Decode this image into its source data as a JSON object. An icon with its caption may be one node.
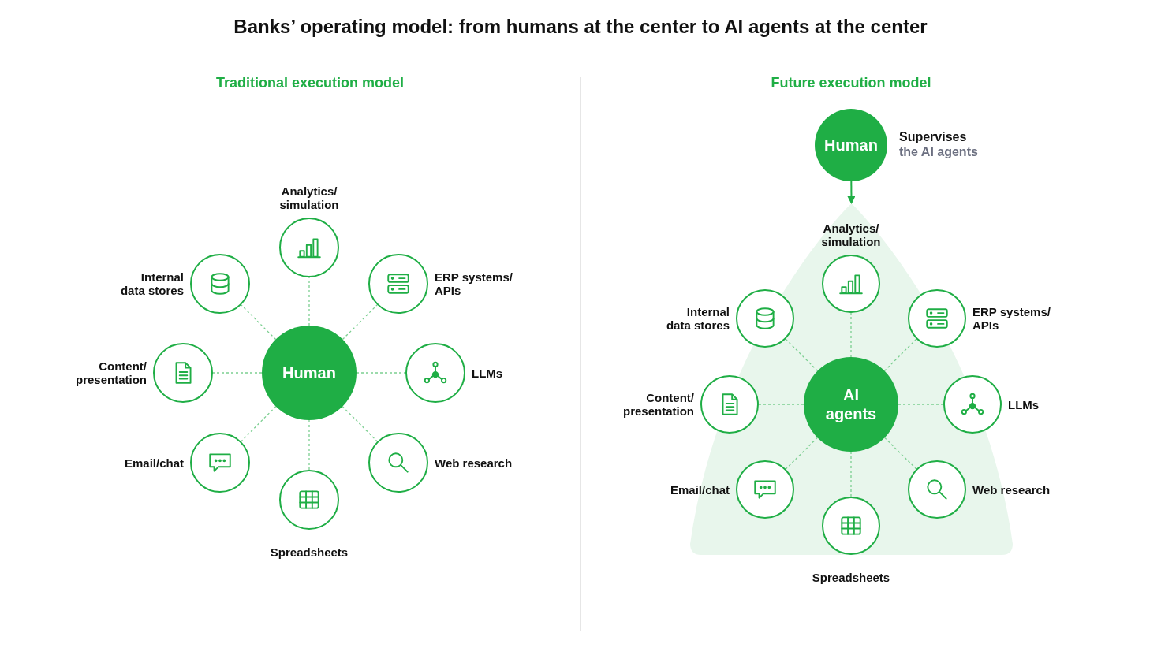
{
  "diagram": {
    "title": "Banks’ operating model: from humans at the center to AI agents at the center",
    "nodes": [
      {
        "text": [
          "Human"
        ]
      },
      {
        "text": [
          "Analytics/ simulation"
        ]
      },
      {
        "text": [
          "ERP systems/ APIs"
        ]
      },
      {
        "text": [
          "LLMs"
        ]
      },
      {
        "text": [
          "Web research"
        ]
      },
      {
        "text": [
          "Spreadsheets"
        ]
      },
      {
        "text": [
          "Email/chat"
        ]
      },
      {
        "text": [
          "Content/ presentation"
        ]
      },
      {
        "text": [
          "Internal data stores"
        ]
      },
      {
        "text": [
          "Human"
        ],
        "beside": [
          "Supervises",
          "the AI agents"
        ]
      },
      {
        "text": [],
        "shape": "triangle"
      },
      {
        "text": [
          "AI agents"
        ],
        "in": 10
      },
      {
        "text": [
          "Analytics/ simulation"
        ],
        "in": 10
      },
      {
        "text": [
          "ERP systems/ APIs"
        ],
        "in": 10
      },
      {
        "text": [
          "LLMs"
        ],
        "in": 10
      },
      {
        "text": [
          "Web research"
        ],
        "in": 10
      },
      {
        "text": [
          "Spreadsheets"
        ],
        "in": 10
      },
      {
        "text": [
          "Email/chat"
        ],
        "in": 10
      },
      {
        "text": [
          "Content/ presentation"
        ],
        "in": 10
      },
      {
        "text": [
          "Internal data stores"
        ],
        "in": 10
      }
    ],
    "edges": [
      {
        "from": 0,
        "to": 1,
        "arrow": "none",
        "style": "dashed"
      },
      {
        "from": 0,
        "to": 2,
        "arrow": "none",
        "style": "dashed"
      },
      {
        "from": 0,
        "to": 3,
        "arrow": "none",
        "style": "dashed"
      },
      {
        "from": 0,
        "to": 4,
        "arrow": "none",
        "style": "dashed"
      },
      {
        "from": 0,
        "to": 5,
        "arrow": "none",
        "style": "dashed"
      },
      {
        "from": 0,
        "to": 6,
        "arrow": "none",
        "style": "dashed"
      },
      {
        "from": 0,
        "to": 7,
        "arrow": "none",
        "style": "dashed"
      },
      {
        "from": 0,
        "to": 8,
        "arrow": "none",
        "style": "dashed"
      },
      {
        "from": 9,
        "to": 10,
        "arrow": "to",
        "color": "#1fae45"
      },
      {
        "from": 11,
        "to": 12,
        "arrow": "none",
        "style": "dashed"
      },
      {
        "from": 11,
        "to": 13,
        "arrow": "none",
        "style": "dashed"
      },
      {
        "from": 11,
        "to": 14,
        "arrow": "none",
        "style": "dashed"
      },
      {
        "from": 11,
        "to": 15,
        "arrow": "none",
        "style": "dashed"
      },
      {
        "from": 11,
        "to": 16,
        "arrow": "none",
        "style": "dashed"
      },
      {
        "from": 11,
        "to": 17,
        "arrow": "none",
        "style": "dashed"
      },
      {
        "from": 11,
        "to": 18,
        "arrow": "none",
        "style": "dashed"
      },
      {
        "from": 11,
        "to": 19,
        "arrow": "none",
        "style": "dashed"
      }
    ],
    "labels": [
      "Traditional execution model",
      "Future execution model"
    ]
  }
}
